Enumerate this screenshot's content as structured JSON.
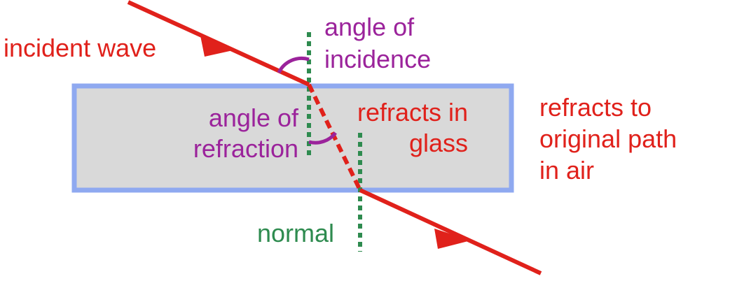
{
  "labels": {
    "incident_wave": "incident wave",
    "angle_of_incidence": {
      "line1": "angle of",
      "line2": "incidence"
    },
    "angle_of_refraction": {
      "line1": "angle of",
      "line2": "refraction"
    },
    "refracts_in_glass": {
      "line1": "refracts in",
      "line2": "glass"
    },
    "refracts_to_original_path": {
      "line1": "refracts to",
      "line2": "original path",
      "line3": "in air"
    },
    "normal": "normal"
  },
  "colors": {
    "ray": "#e0211b",
    "angle_arc": "#9b239b",
    "normal_line": "#2e8b4f",
    "glass_fill": "#d9d9d9",
    "glass_border": "#8fa9f0"
  }
}
